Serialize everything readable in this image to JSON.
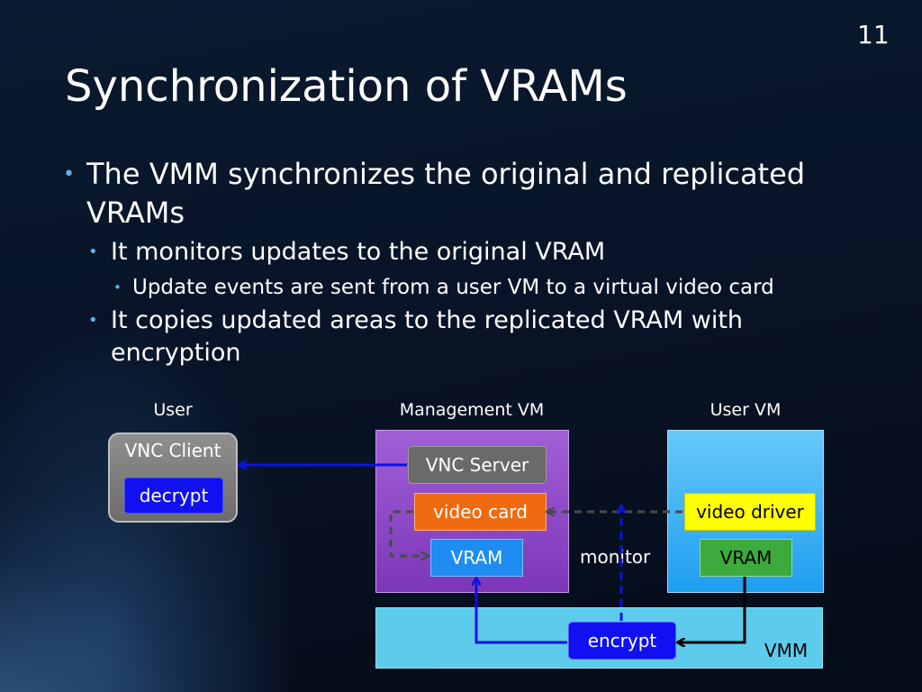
{
  "slide": {
    "number": "11",
    "title": "Synchronization of VRAMs",
    "bullets": [
      {
        "level": 1,
        "text": "The VMM synchronizes the original and replicated VRAMs"
      },
      {
        "level": 2,
        "text": "It monitors updates to the original VRAM"
      },
      {
        "level": 3,
        "text": "Update events are sent from a user VM to a virtual video card"
      },
      {
        "level": 2,
        "text": "It copies updated areas to the replicated VRAM with encryption"
      }
    ]
  },
  "diagram": {
    "column_labels": {
      "user": "User",
      "management_vm": "Management VM",
      "user_vm": "User VM"
    },
    "vnc_client": {
      "label": "VNC Client",
      "decrypt": "decrypt"
    },
    "management_vm": {
      "vnc_server": "VNC Server",
      "video_card": "video card",
      "vram": "VRAM"
    },
    "user_vm": {
      "video_driver": "video driver",
      "vram": "VRAM"
    },
    "vmm": {
      "label": "VMM",
      "encrypt": "encrypt"
    },
    "monitor_label": "monitor",
    "colors": {
      "arrow_blue": "#0a14e0",
      "arrow_dashed_gray": "#4a4a4a",
      "arrow_black": "#000000",
      "decrypt_fill": "#1010f0",
      "video_card_fill": "#f06a10",
      "video_driver_fill": "#ffff00",
      "mgmt_vram_fill": "#1e8cf0",
      "user_vram_fill": "#3caa3c",
      "vnc_server_fill": "#6a6a6a"
    }
  }
}
